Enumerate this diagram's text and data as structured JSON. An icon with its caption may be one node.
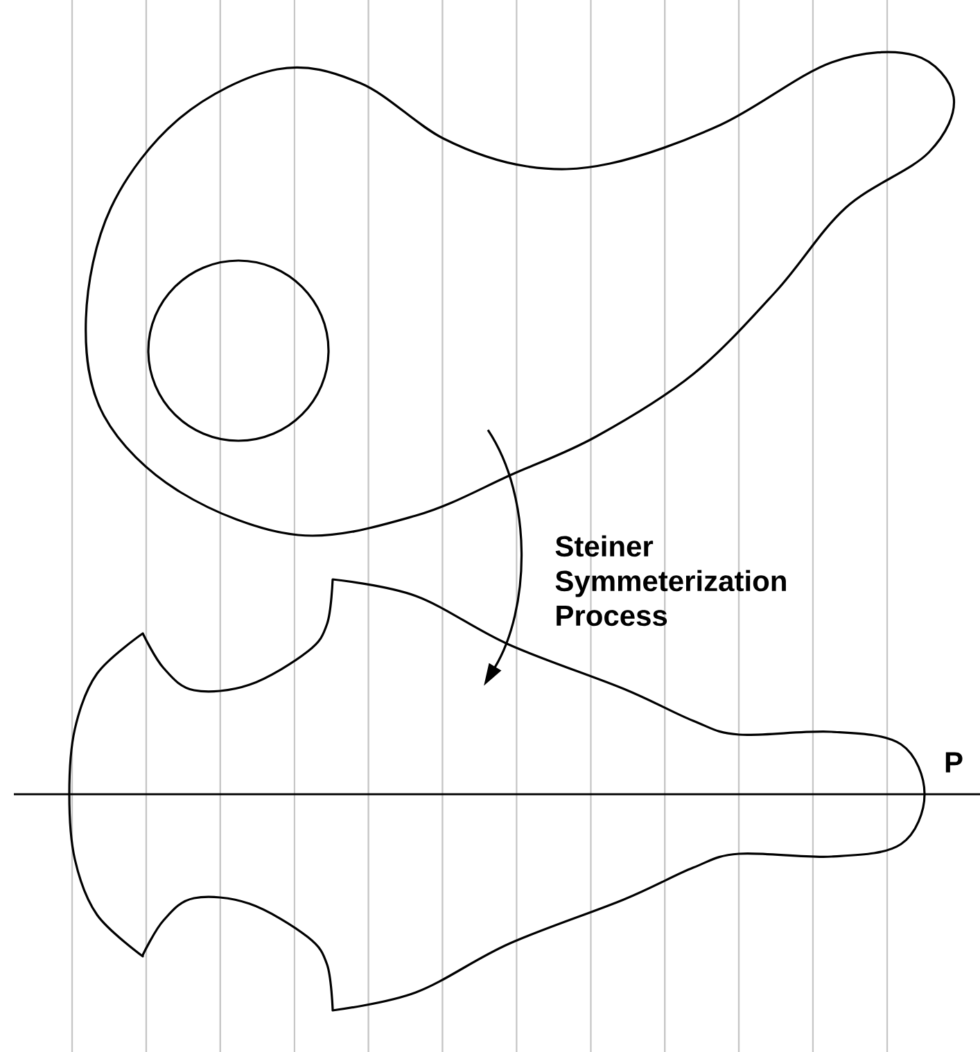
{
  "diagram": {
    "nodes": [
      {
        "text": [],
        "shape": "picture"
      },
      {
        "text": [],
        "shape": "picture"
      }
    ],
    "edges": [
      {
        "from": 0,
        "to": 1,
        "arrow": "to",
        "label": "Steiner Symmeterization Process"
      }
    ],
    "labels": [
      "P"
    ]
  }
}
